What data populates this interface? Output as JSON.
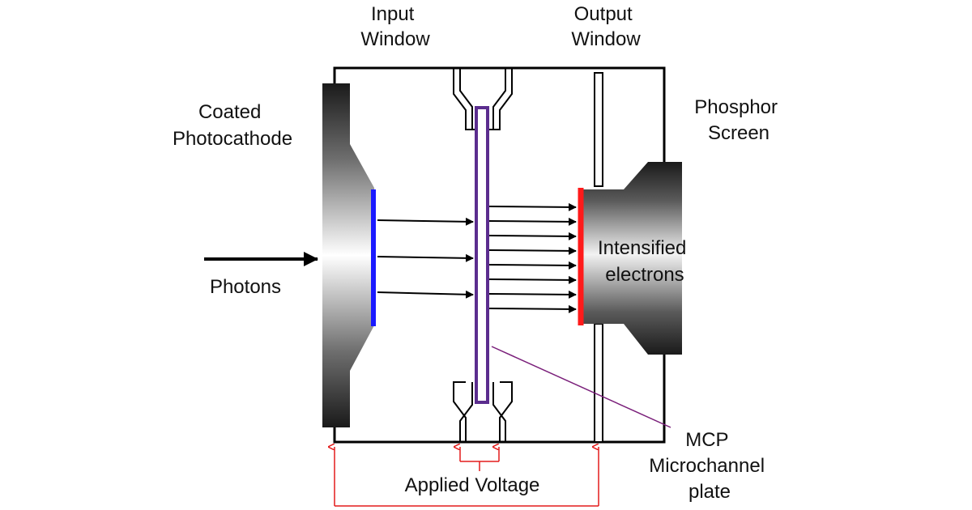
{
  "labels": {
    "input_window": [
      "Input",
      "Window"
    ],
    "output_window": [
      "Output",
      "Window"
    ],
    "coated_photocathode": [
      "Coated",
      "Photocathode"
    ],
    "phosphor_screen": [
      "Phosphor",
      "Screen"
    ],
    "photons": "Photons",
    "intensified_electrons": [
      "Intensified",
      "electrons"
    ],
    "applied_voltage": "Applied Voltage",
    "mcp": [
      "MCP",
      "Microchannel",
      "plate"
    ]
  },
  "colors": {
    "wire": "#000000",
    "photocathode_coating": "#1a1aff",
    "mcp_plate": "#5b2d8e",
    "phosphor_coating": "#ff1a1a",
    "voltage_lines": "#e31b1b",
    "mcp_leader_line": "#7a1f7a"
  }
}
